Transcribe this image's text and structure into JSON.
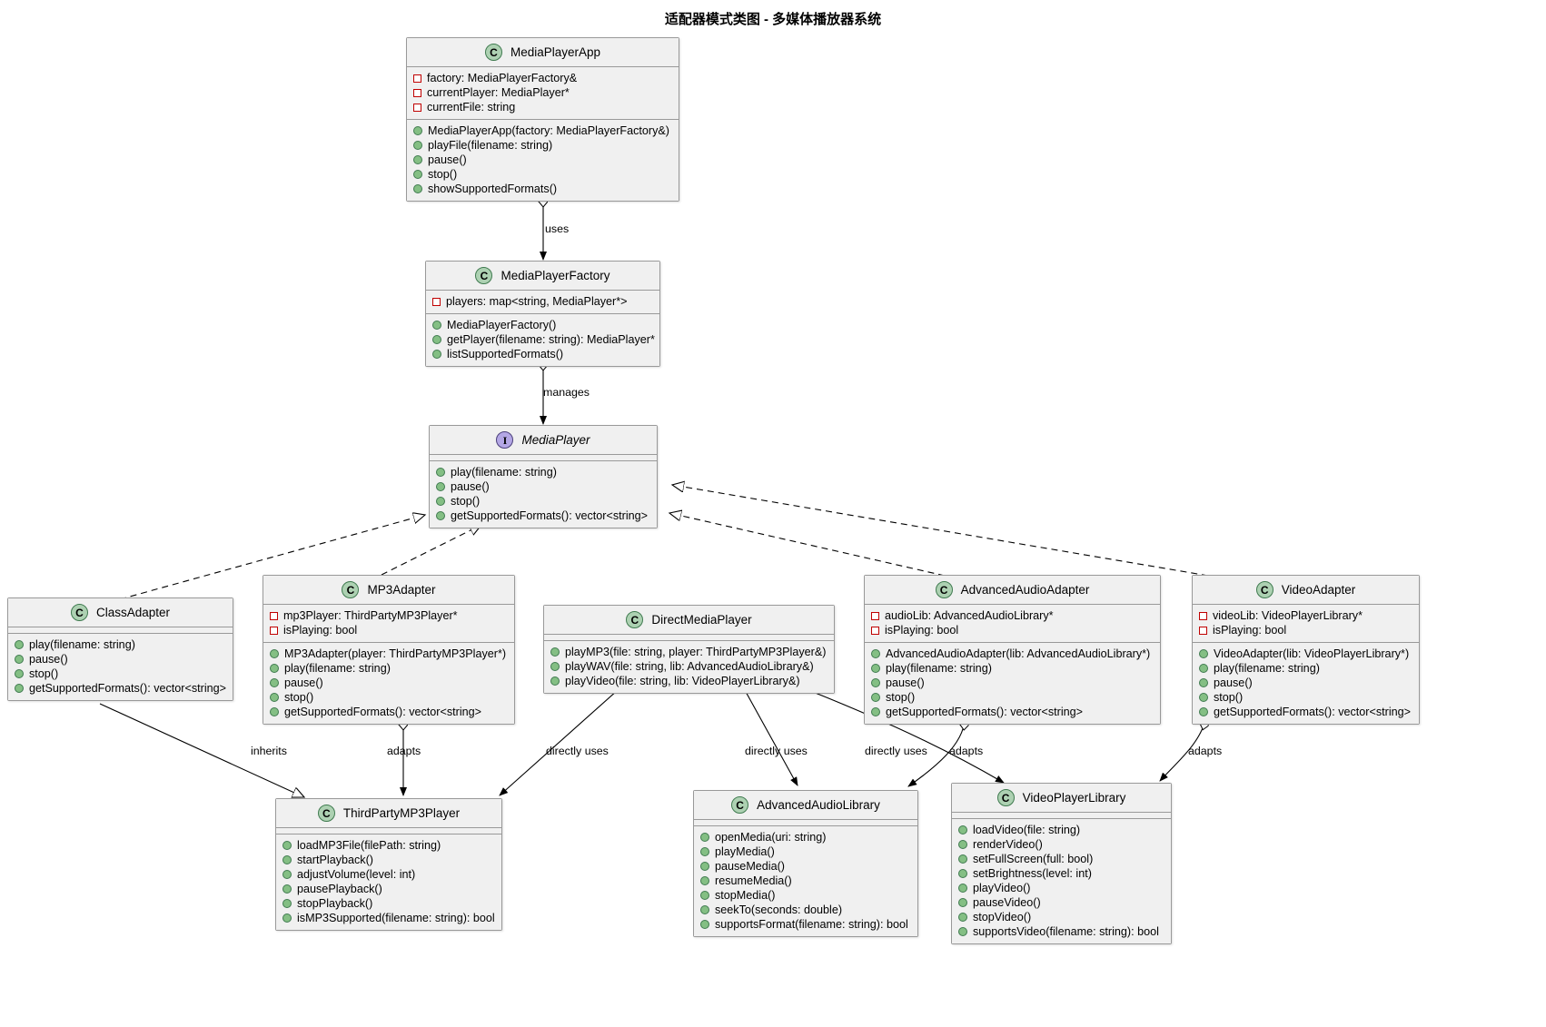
{
  "diagram": {
    "title": "适配器模式类图 - 多媒体播放器系统",
    "type": "uml-class-diagram",
    "colors": {
      "class_fill": "#f0f0f0",
      "class_border": "#999999",
      "class_badge": "#add1b2",
      "interface_badge": "#b4a7e5",
      "private_marker": "#c00000",
      "public_marker": "#84bf84",
      "background": "#ffffff"
    }
  },
  "classes": [
    {
      "id": "MediaPlayerApp",
      "name": "MediaPlayerApp",
      "badge": "C",
      "kind": "class",
      "attributes": [
        {
          "vis": "priv",
          "text": "factory: MediaPlayerFactory&"
        },
        {
          "vis": "priv",
          "text": "currentPlayer: MediaPlayer*"
        },
        {
          "vis": "priv",
          "text": "currentFile: string"
        }
      ],
      "methods": [
        {
          "vis": "pub",
          "text": "MediaPlayerApp(factory: MediaPlayerFactory&)"
        },
        {
          "vis": "pub",
          "text": "playFile(filename: string)"
        },
        {
          "vis": "pub",
          "text": "pause()"
        },
        {
          "vis": "pub",
          "text": "stop()"
        },
        {
          "vis": "pub",
          "text": "showSupportedFormats()"
        }
      ]
    },
    {
      "id": "MediaPlayerFactory",
      "name": "MediaPlayerFactory",
      "badge": "C",
      "kind": "class",
      "attributes": [
        {
          "vis": "priv",
          "text": "players: map<string, MediaPlayer*>"
        }
      ],
      "methods": [
        {
          "vis": "pub",
          "text": "MediaPlayerFactory()"
        },
        {
          "vis": "pub",
          "text": "getPlayer(filename: string): MediaPlayer*"
        },
        {
          "vis": "pub",
          "text": "listSupportedFormats()"
        }
      ]
    },
    {
      "id": "MediaPlayer",
      "name": "MediaPlayer",
      "badge": "I",
      "kind": "interface",
      "attributes": [],
      "methods": [
        {
          "vis": "pub",
          "text": "play(filename: string)"
        },
        {
          "vis": "pub",
          "text": "pause()"
        },
        {
          "vis": "pub",
          "text": "stop()"
        },
        {
          "vis": "pub",
          "text": "getSupportedFormats(): vector<string>"
        }
      ]
    },
    {
      "id": "ClassAdapter",
      "name": "ClassAdapter",
      "badge": "C",
      "kind": "class",
      "attributes": [],
      "methods": [
        {
          "vis": "pub",
          "text": "play(filename: string)"
        },
        {
          "vis": "pub",
          "text": "pause()"
        },
        {
          "vis": "pub",
          "text": "stop()"
        },
        {
          "vis": "pub",
          "text": "getSupportedFormats(): vector<string>"
        }
      ]
    },
    {
      "id": "MP3Adapter",
      "name": "MP3Adapter",
      "badge": "C",
      "kind": "class",
      "attributes": [
        {
          "vis": "priv",
          "text": "mp3Player: ThirdPartyMP3Player*"
        },
        {
          "vis": "priv",
          "text": "isPlaying: bool"
        }
      ],
      "methods": [
        {
          "vis": "pub",
          "text": "MP3Adapter(player: ThirdPartyMP3Player*)"
        },
        {
          "vis": "pub",
          "text": "play(filename: string)"
        },
        {
          "vis": "pub",
          "text": "pause()"
        },
        {
          "vis": "pub",
          "text": "stop()"
        },
        {
          "vis": "pub",
          "text": "getSupportedFormats(): vector<string>"
        }
      ]
    },
    {
      "id": "DirectMediaPlayer",
      "name": "DirectMediaPlayer",
      "badge": "C",
      "kind": "class",
      "attributes": [],
      "methods": [
        {
          "vis": "pub",
          "text": "playMP3(file: string, player: ThirdPartyMP3Player&)"
        },
        {
          "vis": "pub",
          "text": "playWAV(file: string, lib: AdvancedAudioLibrary&)"
        },
        {
          "vis": "pub",
          "text": "playVideo(file: string, lib: VideoPlayerLibrary&)"
        }
      ]
    },
    {
      "id": "AdvancedAudioAdapter",
      "name": "AdvancedAudioAdapter",
      "badge": "C",
      "kind": "class",
      "attributes": [
        {
          "vis": "priv",
          "text": "audioLib: AdvancedAudioLibrary*"
        },
        {
          "vis": "priv",
          "text": "isPlaying: bool"
        }
      ],
      "methods": [
        {
          "vis": "pub",
          "text": "AdvancedAudioAdapter(lib: AdvancedAudioLibrary*)"
        },
        {
          "vis": "pub",
          "text": "play(filename: string)"
        },
        {
          "vis": "pub",
          "text": "pause()"
        },
        {
          "vis": "pub",
          "text": "stop()"
        },
        {
          "vis": "pub",
          "text": "getSupportedFormats(): vector<string>"
        }
      ]
    },
    {
      "id": "VideoAdapter",
      "name": "VideoAdapter",
      "badge": "C",
      "kind": "class",
      "attributes": [
        {
          "vis": "priv",
          "text": "videoLib: VideoPlayerLibrary*"
        },
        {
          "vis": "priv",
          "text": "isPlaying: bool"
        }
      ],
      "methods": [
        {
          "vis": "pub",
          "text": "VideoAdapter(lib: VideoPlayerLibrary*)"
        },
        {
          "vis": "pub",
          "text": "play(filename: string)"
        },
        {
          "vis": "pub",
          "text": "pause()"
        },
        {
          "vis": "pub",
          "text": "stop()"
        },
        {
          "vis": "pub",
          "text": "getSupportedFormats(): vector<string>"
        }
      ]
    },
    {
      "id": "ThirdPartyMP3Player",
      "name": "ThirdPartyMP3Player",
      "badge": "C",
      "kind": "class",
      "attributes": [],
      "methods": [
        {
          "vis": "pub",
          "text": "loadMP3File(filePath: string)"
        },
        {
          "vis": "pub",
          "text": "startPlayback()"
        },
        {
          "vis": "pub",
          "text": "adjustVolume(level: int)"
        },
        {
          "vis": "pub",
          "text": "pausePlayback()"
        },
        {
          "vis": "pub",
          "text": "stopPlayback()"
        },
        {
          "vis": "pub",
          "text": "isMP3Supported(filename: string): bool"
        }
      ]
    },
    {
      "id": "AdvancedAudioLibrary",
      "name": "AdvancedAudioLibrary",
      "badge": "C",
      "kind": "class",
      "attributes": [],
      "methods": [
        {
          "vis": "pub",
          "text": "openMedia(uri: string)"
        },
        {
          "vis": "pub",
          "text": "playMedia()"
        },
        {
          "vis": "pub",
          "text": "pauseMedia()"
        },
        {
          "vis": "pub",
          "text": "resumeMedia()"
        },
        {
          "vis": "pub",
          "text": "stopMedia()"
        },
        {
          "vis": "pub",
          "text": "seekTo(seconds: double)"
        },
        {
          "vis": "pub",
          "text": "supportsFormat(filename: string): bool"
        }
      ]
    },
    {
      "id": "VideoPlayerLibrary",
      "name": "VideoPlayerLibrary",
      "badge": "C",
      "kind": "class",
      "attributes": [],
      "methods": [
        {
          "vis": "pub",
          "text": "loadVideo(file: string)"
        },
        {
          "vis": "pub",
          "text": "renderVideo()"
        },
        {
          "vis": "pub",
          "text": "setFullScreen(full: bool)"
        },
        {
          "vis": "pub",
          "text": "setBrightness(level: int)"
        },
        {
          "vis": "pub",
          "text": "playVideo()"
        },
        {
          "vis": "pub",
          "text": "pauseVideo()"
        },
        {
          "vis": "pub",
          "text": "stopVideo()"
        },
        {
          "vis": "pub",
          "text": "supportsVideo(filename: string): bool"
        }
      ]
    }
  ],
  "edge_labels": [
    {
      "id": "uses",
      "text": "uses"
    },
    {
      "id": "manages",
      "text": "manages"
    },
    {
      "id": "inherits",
      "text": "inherits"
    },
    {
      "id": "adapts-mp3",
      "text": "adapts"
    },
    {
      "id": "directly-uses-mp3",
      "text": "directly uses"
    },
    {
      "id": "directly-uses-audio",
      "text": "directly uses"
    },
    {
      "id": "directly-uses-video",
      "text": "directly uses"
    },
    {
      "id": "adapts-audio",
      "text": "adapts"
    },
    {
      "id": "adapts-video",
      "text": "adapts"
    }
  ]
}
